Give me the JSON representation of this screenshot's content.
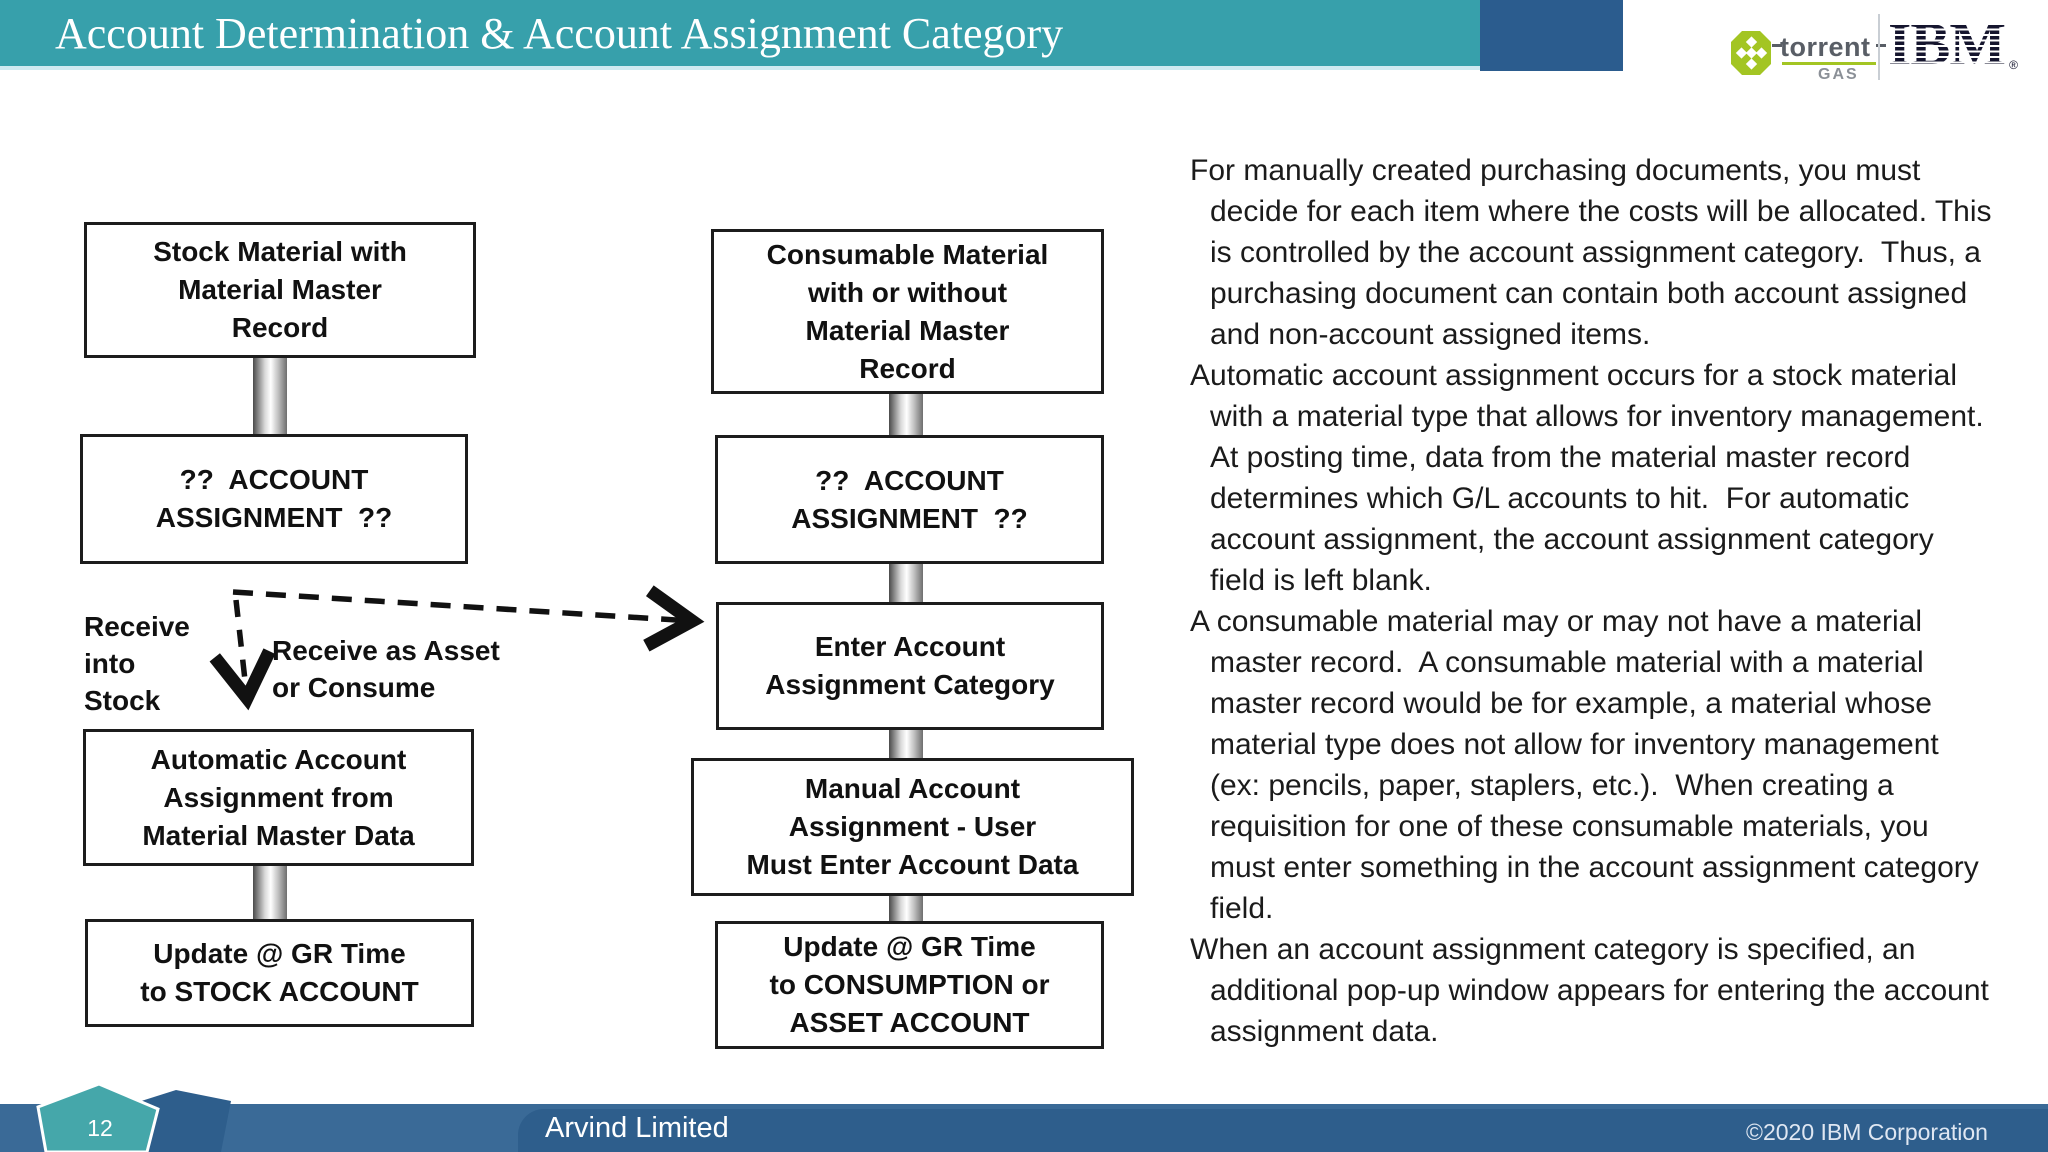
{
  "header": {
    "title": "Account Determination & Account Assignment Category",
    "teal_color": "#37a0ab",
    "accent_block_color": "#2b5c8e",
    "logos": {
      "torrent_name": "torrent",
      "torrent_sub": "GAS",
      "torrent_green": "#a3c523",
      "ibm_name": "IBM",
      "ibm_registered_mark": "®",
      "ibm_color": "#15152e"
    }
  },
  "flowchart": {
    "left_column": {
      "box_stock_material_lines": [
        "Stock Material with",
        "Material Master",
        "Record"
      ],
      "box_account_assignment_lines": [
        "??  ACCOUNT",
        "ASSIGNMENT  ??"
      ],
      "box_automatic_assignment_lines": [
        "Automatic Account",
        "Assignment from",
        "Material Master Data"
      ],
      "box_update_stock_lines": [
        "Update @ GR Time",
        "to STOCK ACCOUNT"
      ],
      "label_receive_into_stock_lines": [
        "Receive",
        "into",
        "Stock"
      ],
      "label_receive_as_asset_lines": [
        "Receive as Asset",
        "or Consume"
      ]
    },
    "right_column": {
      "box_consumable_material_lines": [
        "Consumable Material",
        "with or without",
        "Material Master",
        "Record"
      ],
      "box_account_assignment_lines": [
        "??  ACCOUNT",
        "ASSIGNMENT  ??"
      ],
      "box_enter_category_lines": [
        "Enter Account",
        "Assignment Category"
      ],
      "box_manual_assignment_lines": [
        "Manual Account",
        "Assignment - User",
        "Must Enter Account Data"
      ],
      "box_update_consumption_lines": [
        "Update @ GR Time",
        "to CONSUMPTION or",
        "ASSET ACCOUNT"
      ]
    }
  },
  "main_text": {
    "paragraphs": [
      "For manually created purchasing documents, you must decide for each item where the costs will be allocated. This is controlled by the account assignment category.  Thus, a purchasing document can contain both account assigned and non-account assigned items.",
      "Automatic account assignment occurs for a stock material with a material type that allows for inventory management.  At posting time, data from the material master record determines which G/L accounts to hit.  For automatic account assignment, the account assignment category field is left blank.",
      "A consumable material may or may not have a material master record.  A consumable material with a material master record would be for example, a material whose material type does not allow for inventory management (ex: pencils, paper, staplers, etc.).  When creating a requisition for one of these consumable materials, you must enter something in the account assignment category field.",
      "When an account assignment category is specified, an additional pop-up window appears for entering the account assignment data."
    ]
  },
  "footer": {
    "page_number": "12",
    "company": "Arvind Limited",
    "copyright": "©2020 IBM Corporation",
    "bar_color": "#3a6a97",
    "tab_color": "#2e5e8c",
    "pentagon_teal": "#45a7aa",
    "pentagon_navy": "#2e5e8c"
  }
}
